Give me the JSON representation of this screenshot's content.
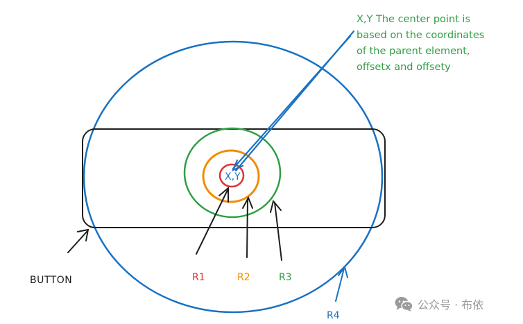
{
  "diagram": {
    "center_label": "X,Y",
    "annotation_lines": [
      "X,Y The center point is",
      "based on the coordinates",
      "of the parent element,",
      "offsetx and offsety"
    ],
    "labels": {
      "button": "BUTTON",
      "r1": "R1",
      "r2": "R2",
      "r3": "R3",
      "r4": "R4"
    },
    "colors": {
      "r1": "#e03131",
      "r2": "#f08c00",
      "r3": "#2f9e44",
      "r4": "#1971c2",
      "button": "#1e1e1e",
      "note": "#2f9e44",
      "arrow": "#1e1e1e"
    }
  },
  "watermark": {
    "text": "公众号 · 布依",
    "icon": "wechat-icon"
  }
}
